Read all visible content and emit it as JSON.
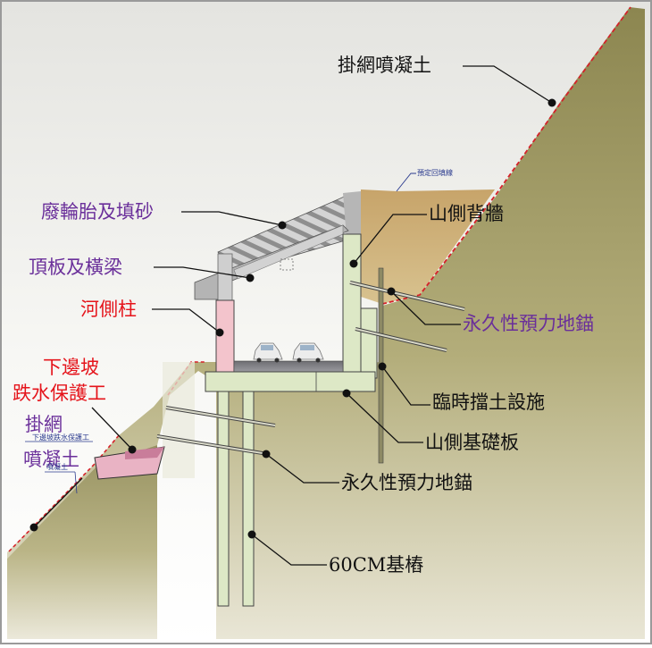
{
  "labels": {
    "shotcrete_top": "掛網噴凝土",
    "tire_fill": "廢輪胎及填砂",
    "roof_beam": "頂板及橫梁",
    "river_column": "河側柱",
    "lower_slope_line1": "下邊坡",
    "lower_slope_line2": "跌水保護工",
    "shotcrete_left_line1": "掛網",
    "shotcrete_left_line2": "噴凝土",
    "mountain_back_wall": "山側背牆",
    "permanent_anchor_upper": "永久性預力地錨",
    "temp_retaining": "臨時擋土設施",
    "mountain_footing": "山側基礎板",
    "permanent_anchor_lower": "永久性預力地錨",
    "foundation_pile": "60CM基樁",
    "planned_backfill": "預定回填線",
    "small_drop_protection": "下邊坡跌水保護工",
    "small_shotcrete": "噴凝土"
  },
  "colors": {
    "label_black": "#111111",
    "label_purple": "#6a2f9a",
    "label_red": "#e5141b",
    "concrete_green": "#dde8c6",
    "column_pink": "#f3c4cc",
    "hill": "#8c8650",
    "backfill": "#c7a46a",
    "sky": "#f2f2ee"
  }
}
